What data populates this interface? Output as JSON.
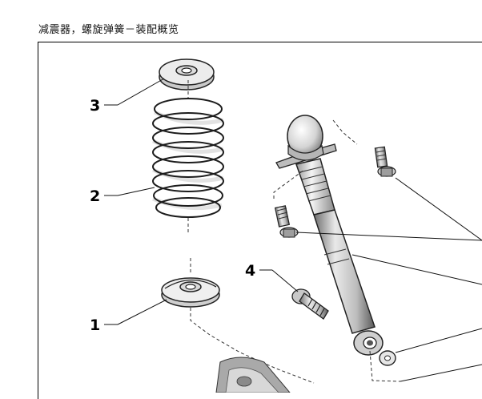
{
  "title": "减震器，螺旋弹簧－装配概览",
  "callouts": [
    {
      "id": "1",
      "part": "lower-spring-seat"
    },
    {
      "id": "2",
      "part": "coil-spring"
    },
    {
      "id": "3",
      "part": "upper-spring-seat"
    },
    {
      "id": "4",
      "part": "bolt"
    }
  ]
}
